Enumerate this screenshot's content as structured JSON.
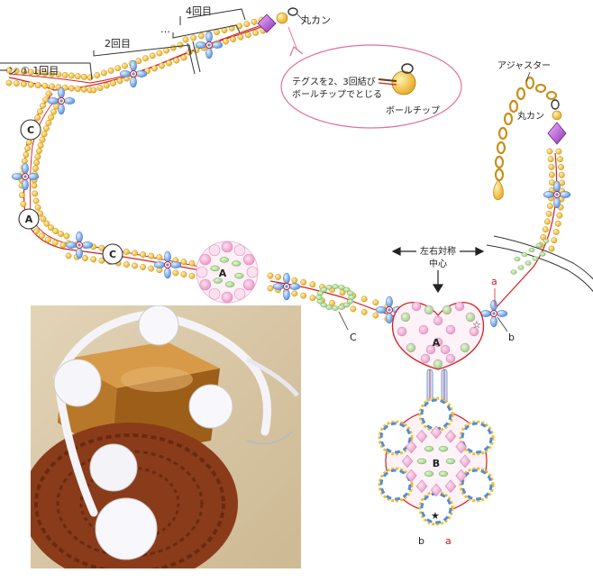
{
  "labels": {
    "repeat_1": "ーン ① 1回目",
    "repeat_2": "2回目",
    "dots": "…",
    "repeat_4": "4回目",
    "maru_kan_top": "丸カン",
    "callout_line1": "テグスを2、3回結び",
    "callout_line2": "ボールチップでとじる",
    "ball_tip": "ボールチップ",
    "adjuster": "アジャスター",
    "maru_kan_right": "丸カン",
    "symmetry_line1": "左右対称",
    "symmetry_line2": "中心",
    "circle_c_top": "C",
    "circle_a": "A",
    "circle_c_bottom": "C",
    "motif_a_left": "A",
    "motif_a_center": "A",
    "motif_b": "B",
    "label_c": "C",
    "label_b_right": "b",
    "label_b_bottom": "b",
    "label_a_red_top": "a",
    "label_a_red_bottom": "a",
    "star_outline": "☆",
    "star_filled": "★"
  },
  "colors": {
    "gold_bead": "#f2c030",
    "blue_bead": "#6fa6e6",
    "wire_red": "#d42020",
    "pink_bead": "#f3a9d0",
    "green_bead": "#9fd08a",
    "callout_border": "#e070a0",
    "purple_bead": "#b04fd0"
  }
}
